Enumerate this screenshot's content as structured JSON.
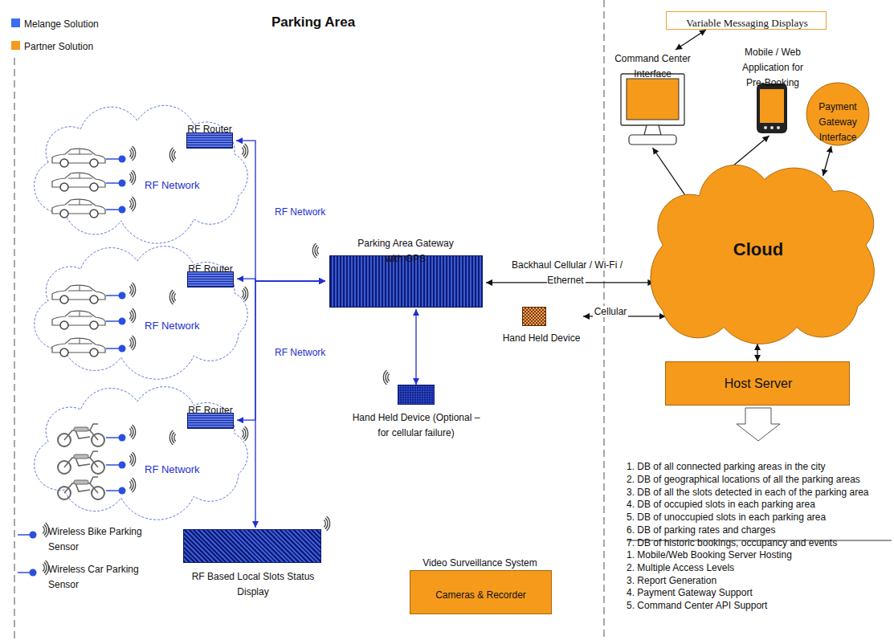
{
  "diagram": {
    "title": "Parking Area",
    "nodes": [
      {
        "text": [
          "RF Network"
        ]
      },
      {
        "text": [
          "RF Router"
        ]
      },
      {
        "text": [
          "RF Network"
        ]
      },
      {
        "text": [
          "RF Router"
        ]
      },
      {
        "text": [
          "RF Network"
        ]
      },
      {
        "text": [
          "RF Router"
        ]
      },
      {
        "text": [
          "Parking Area Gateway with GPS"
        ]
      },
      {
        "text": [
          "Hand Held Device (Optional – for cellular failure)"
        ]
      },
      {
        "text": [
          "Hand Held Device"
        ]
      },
      {
        "text": [
          "RF Based Local Slots Status Display"
        ]
      },
      {
        "text": [
          "Video Surveillance System",
          "Cameras & Recorder"
        ]
      },
      {
        "text": [
          "Variable Messaging Displays"
        ]
      },
      {
        "text": [
          "Command Center Interface"
        ]
      },
      {
        "text": [
          "Mobile / Web Application for Pre-Booking"
        ]
      },
      {
        "text": [
          "Payment Gateway Interface"
        ]
      },
      {
        "text": [
          "Cloud"
        ]
      },
      {
        "text": [
          "Host Server"
        ]
      }
    ],
    "edges": [
      {
        "from": 1,
        "to": 6,
        "arrow": "both",
        "label": "RF Network"
      },
      {
        "from": 3,
        "to": 6,
        "arrow": "both"
      },
      {
        "from": 5,
        "to": 6,
        "arrow": "both",
        "label": "RF Network"
      },
      {
        "from": 9,
        "to": 6,
        "arrow": "both"
      },
      {
        "from": 6,
        "to": 7,
        "arrow": "both"
      },
      {
        "from": 6,
        "to": 15,
        "arrow": "both",
        "label": "Backhaul Cellular / Wi-Fi / Ethernet"
      },
      {
        "from": 8,
        "to": 15,
        "arrow": "both",
        "label": "Cellular"
      },
      {
        "from": 15,
        "to": 16,
        "arrow": "both"
      },
      {
        "from": 12,
        "to": 15,
        "arrow": "both"
      },
      {
        "from": 13,
        "to": 15,
        "arrow": "both"
      },
      {
        "from": 14,
        "to": 15,
        "arrow": "both"
      },
      {
        "from": 12,
        "to": 11,
        "arrow": "both"
      }
    ],
    "labels": [
      "1. DB of all connected parking areas in the city",
      "2. DB of geographical locations of all the parking areas",
      "3. DB of all the slots detected in each of the parking area",
      "4. DB of occupied slots in each parking area",
      "5. DB of unoccupied slots in each parking area",
      "6. DB of parking rates and charges",
      "7. DB of historic bookings, occupancy and events",
      "1. Mobile/Web Booking Server Hosting",
      "2. Multiple Access Levels",
      "3. Report Generation",
      "4. Payment Gateway Support",
      "5. Command Center API Support"
    ],
    "legend": [
      {
        "text": "Melange Solution",
        "color": "#3a6df0"
      },
      {
        "text": "Partner Solution",
        "color": "#f59a1b"
      },
      {
        "text": "Wireless Bike Parking Sensor"
      },
      {
        "text": "Wireless Car Parking Sensor"
      }
    ]
  }
}
